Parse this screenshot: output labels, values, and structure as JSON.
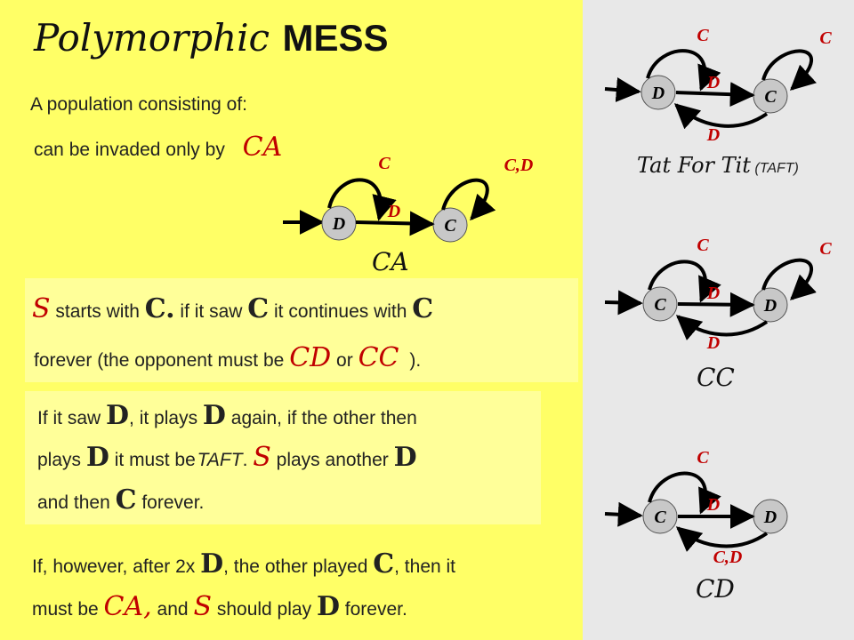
{
  "title": {
    "part1": "Polymorphic",
    "part2": "MESS"
  },
  "intro": {
    "line1": "A population consisting of:",
    "line2": "can be invaded only by",
    "ca": "CA"
  },
  "ca_diagram": {
    "label": "CA",
    "node_left": "D",
    "node_right": "C",
    "self_left": "C",
    "self_right": "C,D",
    "transition": "D"
  },
  "panel1": {
    "s1": "S",
    "t1": "starts with",
    "c1": "C.",
    "t2": "if it saw",
    "c2": "C",
    "t3": "it continues with",
    "c3": "C",
    "t4": "forever (the opponent must be",
    "cd": "CD",
    "t5": "or",
    "cc": "CC",
    "t6": ")."
  },
  "panel2": {
    "t1": "If it saw",
    "d1": "D",
    "t2": ", it plays",
    "d2": "D",
    "t3": "again, if the other then",
    "t4": "plays",
    "d3": "D",
    "t5": "it must be",
    "taft": "TAFT",
    "t6": ".",
    "s": "S",
    "t7": "plays another",
    "d4": "D",
    "t8": "and then",
    "c": "C",
    "t9": "forever."
  },
  "panel3": {
    "t1": "If, however, after 2x",
    "d1": "D",
    "t2": ", the other played",
    "c1": "C",
    "t3": ", then it",
    "t4": "must be",
    "ca": "CA,",
    "t5": "and",
    "s": "S",
    "t6": "should play",
    "d2": "D",
    "t7": "forever."
  },
  "taft_diagram": {
    "label_script": "Tat For Tit",
    "label_plain": "(TAFT)",
    "node_left": "D",
    "node_right": "C",
    "self_left": "C",
    "self_right": "C",
    "top_transition": "D",
    "bottom_transition": "D"
  },
  "cc_diagram": {
    "label": "CC",
    "node_left": "C",
    "node_right": "D",
    "self_left": "C",
    "self_right": "C",
    "top_transition": "D",
    "bottom_transition": "D"
  },
  "cd_diagram": {
    "label": "CD",
    "node_left": "C",
    "node_right": "D",
    "self_left": "C",
    "top_transition": "D",
    "bottom_transition": "C,D"
  },
  "colors": {
    "left_bg": "#ffff66",
    "right_bg": "#e8e8e8",
    "accent_red": "#c00000"
  }
}
